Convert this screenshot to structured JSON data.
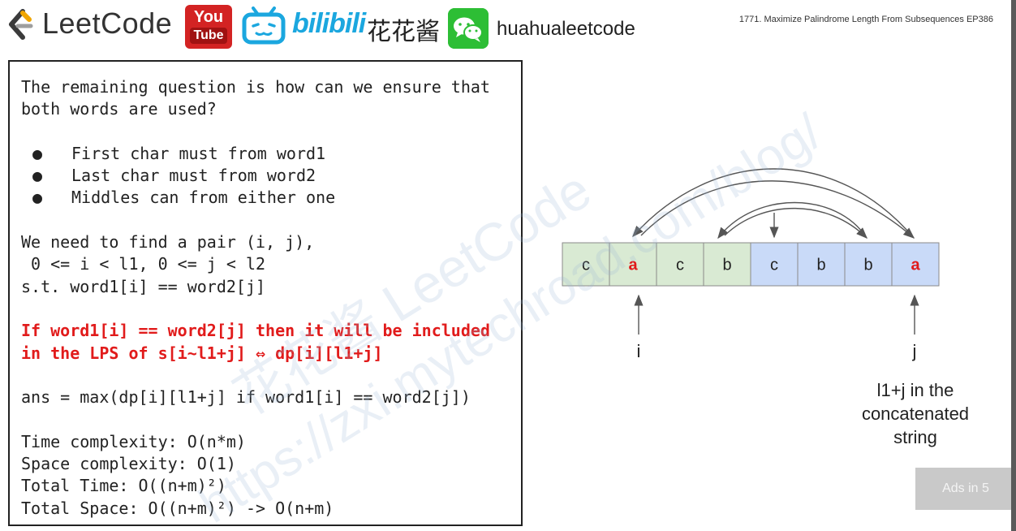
{
  "header": {
    "leetcode_text": "LeetCode",
    "youtube_top": "You",
    "youtube_bottom": "Tube",
    "bilibili_text": "bilibili",
    "bilibili_cn": "花花酱",
    "wechat_handle": "huahualeetcode",
    "episode_title": "1771. Maximize Palindrome Length From Subsequences EP386"
  },
  "code": {
    "lines": [
      "The remaining question is how can we ensure that",
      "both words are used?",
      "",
      "",
      "",
      "",
      "",
      "We need to find a pair (i, j),",
      " 0 <= i < l1, 0 <= j < l2",
      "s.t. word1[i] == word2[j]",
      "",
      "",
      "",
      "",
      "ans = max(dp[i][l1+j] if word1[i] == word2[j])",
      "",
      "Time complexity: O(n*m)",
      "Space complexity: O(1)",
      "Total Time: O((n+m)²)",
      "Total Space: O((n+m)²) -> O(n+m)"
    ],
    "bullets": [
      "First char must from word1",
      "Last char must from word2",
      "Middles can from either one"
    ],
    "bullet_symbol": "●",
    "highlight_lines": [
      "If word1[i] == word2[j] then it will be included",
      "in the LPS of s[i~l1+j] ⇔ dp[i][l1+j]"
    ]
  },
  "watermark": {
    "text1": "花花酱 LeetCode",
    "text2": "https://zxi.mytechroad.com/blog/"
  },
  "diagram": {
    "cells": [
      {
        "char": "c",
        "group": "word1",
        "highlight": false
      },
      {
        "char": "a",
        "group": "word1",
        "highlight": true
      },
      {
        "char": "c",
        "group": "word1",
        "highlight": false
      },
      {
        "char": "b",
        "group": "word1",
        "highlight": false
      },
      {
        "char": "c",
        "group": "word2",
        "highlight": false
      },
      {
        "char": "b",
        "group": "word2",
        "highlight": false
      },
      {
        "char": "b",
        "group": "word2",
        "highlight": false
      },
      {
        "char": "a",
        "group": "word2",
        "highlight": true
      }
    ],
    "label_i": "i",
    "label_j": "j",
    "caption_line1": "l1+j in the",
    "caption_line2": "concatenated",
    "caption_line3": "string",
    "colors": {
      "word1": "#d9ead3",
      "word2": "#c9daf8",
      "highlight": "#e11b1b"
    }
  },
  "ads": {
    "label": "Ads in 5"
  }
}
